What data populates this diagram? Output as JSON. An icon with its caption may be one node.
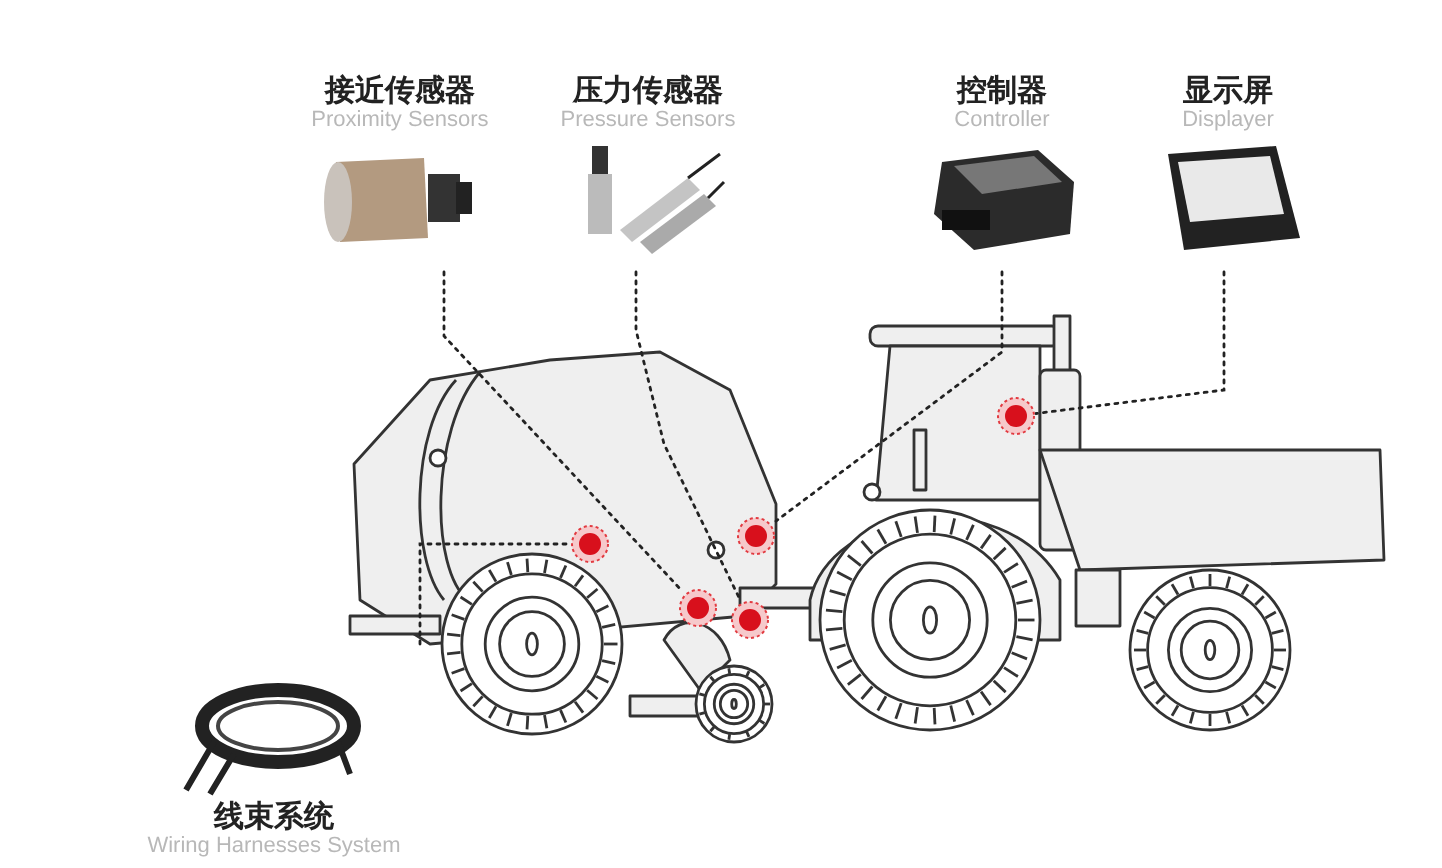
{
  "diagram": {
    "nodes": [
      {
        "text": [
          "接近传感器",
          "Proximity Sensors"
        ]
      },
      {
        "text": [
          "压力传感器",
          "Pressure Sensors"
        ]
      },
      {
        "text": [
          "控制器",
          "Controller"
        ]
      },
      {
        "text": [
          "显示屏",
          "Displayer"
        ]
      },
      {
        "text": [],
        "shape": "circle"
      },
      {
        "text": [],
        "shape": "circle"
      },
      {
        "text": [],
        "shape": "circle"
      },
      {
        "text": [],
        "shape": "circle"
      },
      {
        "text": [],
        "shape": "circle"
      },
      {
        "text": [
          "线束系统",
          "Wiring Harnesses System"
        ]
      }
    ],
    "edges": [
      {
        "from": 0,
        "to": 7,
        "arrow": "none",
        "style": "dashed"
      },
      {
        "from": 1,
        "to": 8,
        "arrow": "none",
        "style": "dashed"
      },
      {
        "from": 2,
        "to": 5,
        "arrow": "none",
        "style": "dashed"
      },
      {
        "from": 3,
        "to": 4,
        "arrow": "none",
        "style": "dashed"
      },
      {
        "from": 9,
        "to": 6,
        "arrow": "none",
        "style": "dashed"
      }
    ]
  }
}
